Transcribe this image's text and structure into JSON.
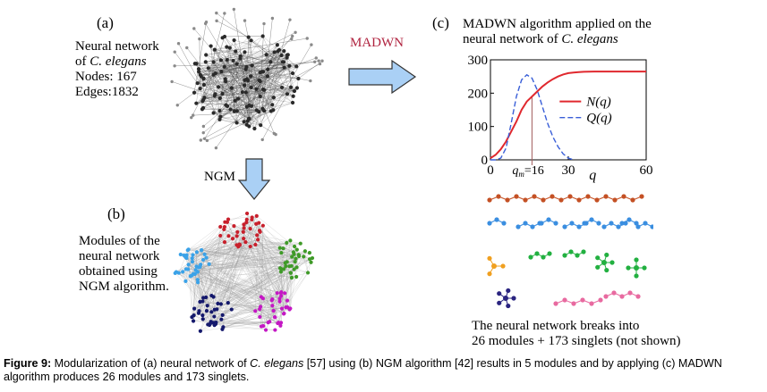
{
  "panel_a": {
    "label": "(a)",
    "desc_line1": "Neural network",
    "desc_line2_prefix": "of ",
    "desc_line2_italic": "C. elegans",
    "nodes": "Nodes: 167",
    "edges": "Edges:1832"
  },
  "arrow_right_label": "MADWN",
  "arrow_down_label": "NGM",
  "panel_b": {
    "label": "(b)",
    "desc_lines": [
      "Modules of the",
      "neural network",
      "obtained using",
      "NGM algorithm."
    ],
    "colors": {
      "red": "#c8202c",
      "green": "#3f9a28",
      "blue": "#3aa2e8",
      "navy": "#14186c",
      "magenta": "#c418c4"
    }
  },
  "panel_c": {
    "label": "(c)",
    "title_line1": "MADWN algorithm applied on the",
    "title_line2_prefix": "neural network of ",
    "title_line2_italic": "C. elegans",
    "footer_line1": "The neural network breaks into",
    "footer_line2": "26 modules +  173 singlets (not shown)"
  },
  "chart_data": {
    "type": "line",
    "x": [
      0,
      2,
      4,
      6,
      8,
      10,
      12,
      14,
      16,
      18,
      20,
      22,
      24,
      26,
      28,
      30,
      32,
      34,
      36,
      40,
      44,
      48,
      52,
      56,
      60
    ],
    "series": [
      {
        "name": "N(q)",
        "values": [
          5,
          15,
          32,
          55,
          85,
          115,
          150,
          175,
          190,
          205,
          220,
          232,
          242,
          250,
          256,
          260,
          262,
          263,
          264,
          265,
          265,
          265,
          265,
          265,
          265
        ]
      },
      {
        "name": "Q(q)",
        "values": [
          0,
          0,
          5,
          35,
          110,
          190,
          240,
          255,
          245,
          210,
          160,
          110,
          70,
          40,
          18,
          5,
          0,
          null,
          null,
          null,
          null,
          null,
          null,
          null,
          null
        ]
      }
    ],
    "xlim": [
      0,
      60
    ],
    "ylim": [
      0,
      300
    ],
    "xticks": [
      "0",
      "30",
      "60"
    ],
    "yticks": [
      "0",
      "100",
      "200",
      "300"
    ],
    "xlabel": "q",
    "annotation": "=16",
    "annotation_symbol": "q",
    "annotation_sub": "m",
    "colors": {
      "N(q)": "#e0282e",
      "Q(q)": "#3a5fd8"
    },
    "legend": "top-right"
  },
  "caption": {
    "bold": "Figure 9:",
    "parts": [
      " Modularization of (a) neural network of ",
      "C. elegans",
      " [57] using (b) NGM algorithm [42] results in 5 modules and by applying (c) MADWN algorithm produces 26 modules and 173 singlets."
    ]
  }
}
